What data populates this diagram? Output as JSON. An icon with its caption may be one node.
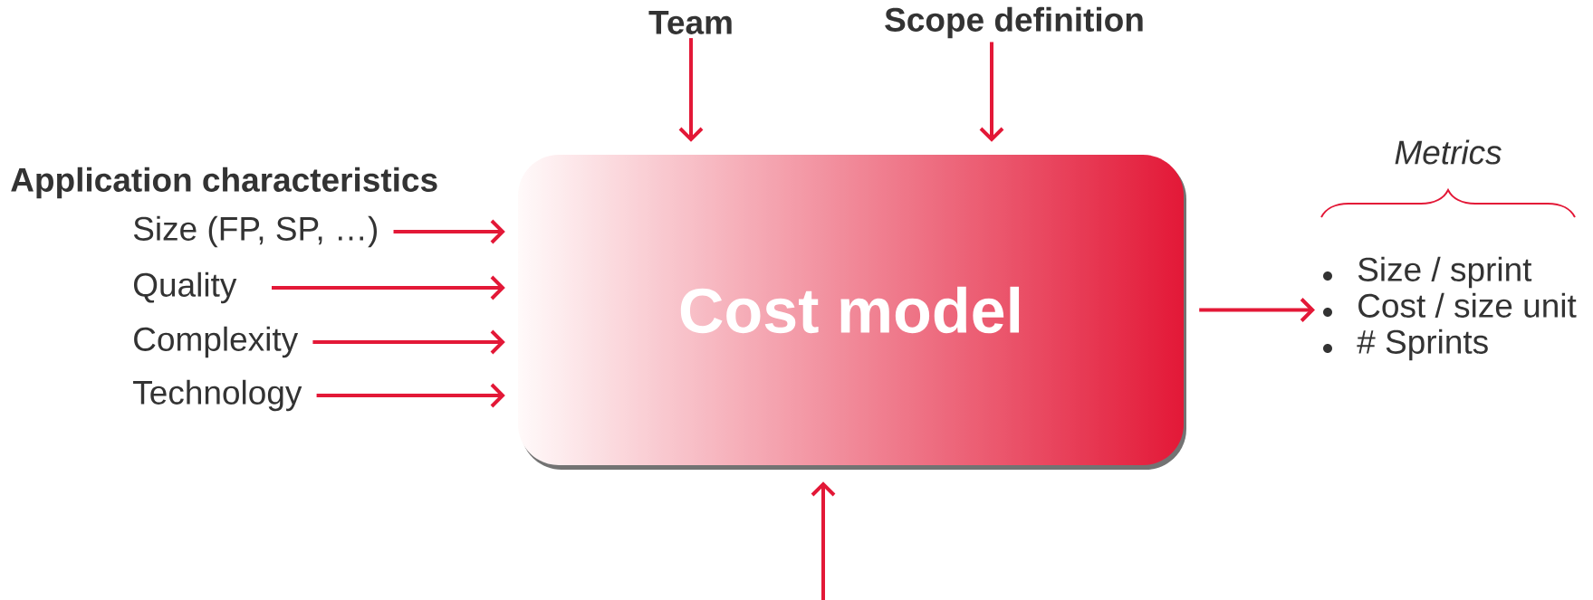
{
  "diagram": {
    "nodes": [
      {
        "text": [
          "Team"
        ]
      },
      {
        "text": [
          "Scope definition"
        ]
      },
      {
        "text": [
          "Size (FP, SP, …)"
        ]
      },
      {
        "text": [
          "Quality"
        ]
      },
      {
        "text": [
          "Complexity"
        ]
      },
      {
        "text": [
          "Technology"
        ]
      },
      {
        "text": [
          "Cost model"
        ]
      },
      {
        "text": [
          "Size / sprint",
          "Cost / size unit",
          "# Sprints"
        ],
        "beside": [
          "Metrics"
        ]
      }
    ],
    "edges": [
      {
        "from": 0,
        "to": 6,
        "arrow": "to"
      },
      {
        "from": 1,
        "to": 6,
        "arrow": "to"
      },
      {
        "from": 2,
        "to": 6,
        "arrow": "to"
      },
      {
        "from": 3,
        "to": 6,
        "arrow": "to"
      },
      {
        "from": 4,
        "to": 6,
        "arrow": "to"
      },
      {
        "from": 5,
        "to": 6,
        "arrow": "to"
      },
      {
        "from": 6,
        "to": 7,
        "arrow": "to"
      },
      {
        "from": null,
        "to": 6,
        "arrow": "to"
      }
    ],
    "labels": [
      "Application characteristics"
    ]
  }
}
